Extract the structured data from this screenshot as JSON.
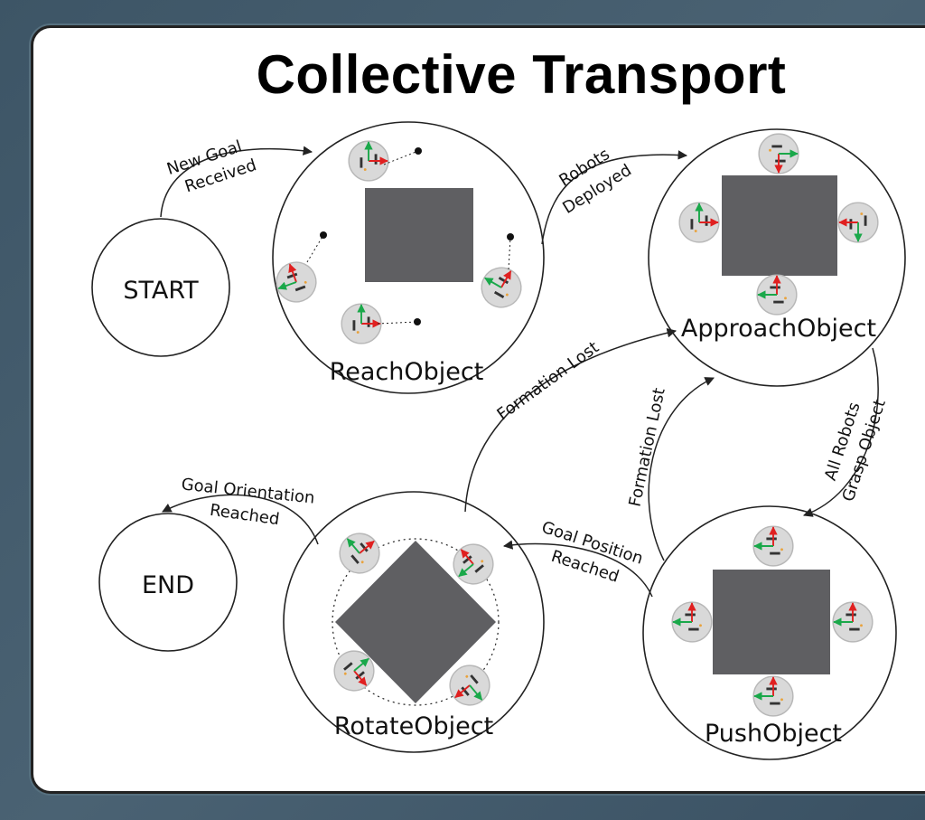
{
  "title": "Collective Transport",
  "states": {
    "start": "START",
    "end": "END",
    "reach": "ReachObject",
    "approach": "ApproachObject",
    "push": "PushObject",
    "rotate": "RotateObject"
  },
  "transitions": {
    "new_goal_1": "New Goal",
    "new_goal_2": "Received",
    "robots_deployed_1": "Robots",
    "robots_deployed_2": "Deployed",
    "all_robots_1": "All Robots",
    "all_robots_2": "Grasp Object",
    "formation_lost_push": "Formation Lost",
    "formation_lost_rotate": "Formation Lost",
    "goal_position_1": "Goal Position",
    "goal_position_2": "Reached",
    "goal_orientation_1": "Goal Orientation",
    "goal_orientation_2": "Reached"
  },
  "colors": {
    "object": "#5f5f62",
    "robot": "#d7d7d7",
    "axis_red": "#e02020",
    "axis_green": "#1aa84a",
    "line": "#222222"
  }
}
